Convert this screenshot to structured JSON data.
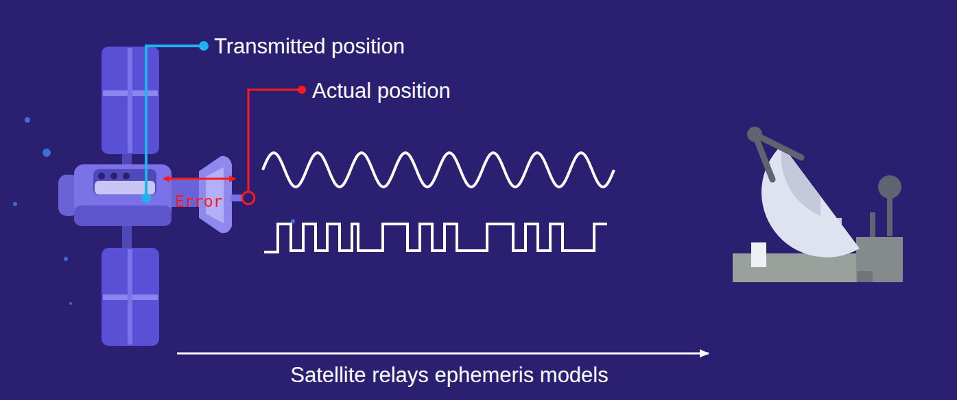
{
  "diagram": {
    "labels": [
      "Transmitted position",
      "Actual position",
      "Error",
      "Satellite relays ephemeris models"
    ]
  }
}
